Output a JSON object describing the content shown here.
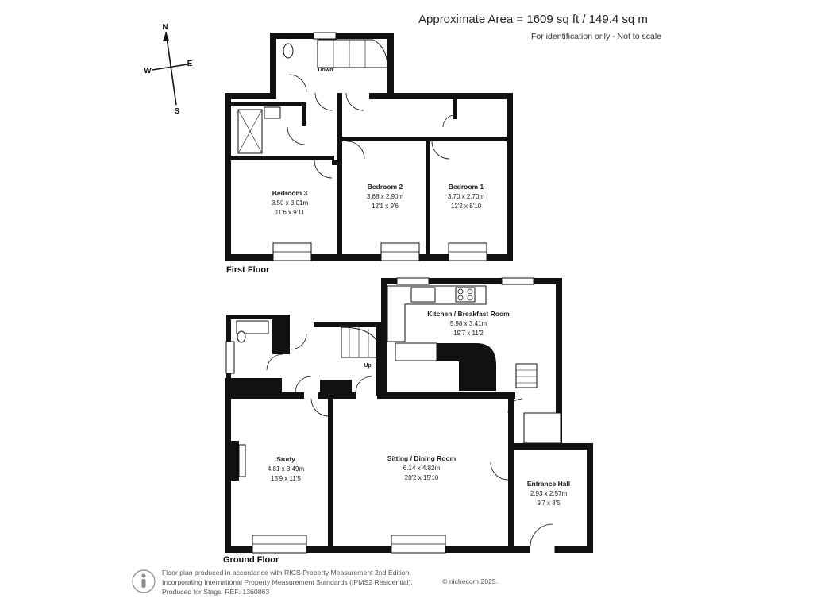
{
  "header": {
    "area": "Approximate Area = 1609 sq ft / 149.4 sq m",
    "note": "For identification only - Not to scale"
  },
  "compass": {
    "n": "N",
    "e": "E",
    "s": "S",
    "w": "W"
  },
  "first_floor": {
    "title": "First Floor",
    "stairs_label": "Down",
    "rooms": [
      {
        "name": "Bedroom 3",
        "metric": "3.50 x 3.01m",
        "imperial": "11'6 x 9'11"
      },
      {
        "name": "Bedroom 2",
        "metric": "3.68 x 2.90m",
        "imperial": "12'1 x 9'6"
      },
      {
        "name": "Bedroom 1",
        "metric": "3.70 x 2.70m",
        "imperial": "12'2 x 8'10"
      }
    ]
  },
  "ground_floor": {
    "title": "Ground Floor",
    "stairs_label": "Up",
    "rooms": [
      {
        "name": "Kitchen / Breakfast Room",
        "metric": "5.98 x 3.41m",
        "imperial": "19'7 x 11'2"
      },
      {
        "name": "Study",
        "metric": "4.81 x 3.49m",
        "imperial": "15'9 x 11'5"
      },
      {
        "name": "Sitting / Dining Room",
        "metric": "6.14 x 4.82m",
        "imperial": "20'2 x 15'10"
      },
      {
        "name": "Entrance Hall",
        "metric": "2.93 x 2.57m",
        "imperial": "9'7 x 8'5"
      }
    ]
  },
  "footer": {
    "line1": "Floor plan produced in accordance with RICS Property Measurement 2nd Edition,",
    "line2": "Incorporating International Property Measurement Standards (IPMS2 Residential).",
    "line3": "Produced for Stags.   REF: 1360863",
    "copyright": "© nichecom 2025."
  },
  "colors": {
    "wall": "#111111",
    "window": "#ffffff",
    "text": "#222222"
  }
}
